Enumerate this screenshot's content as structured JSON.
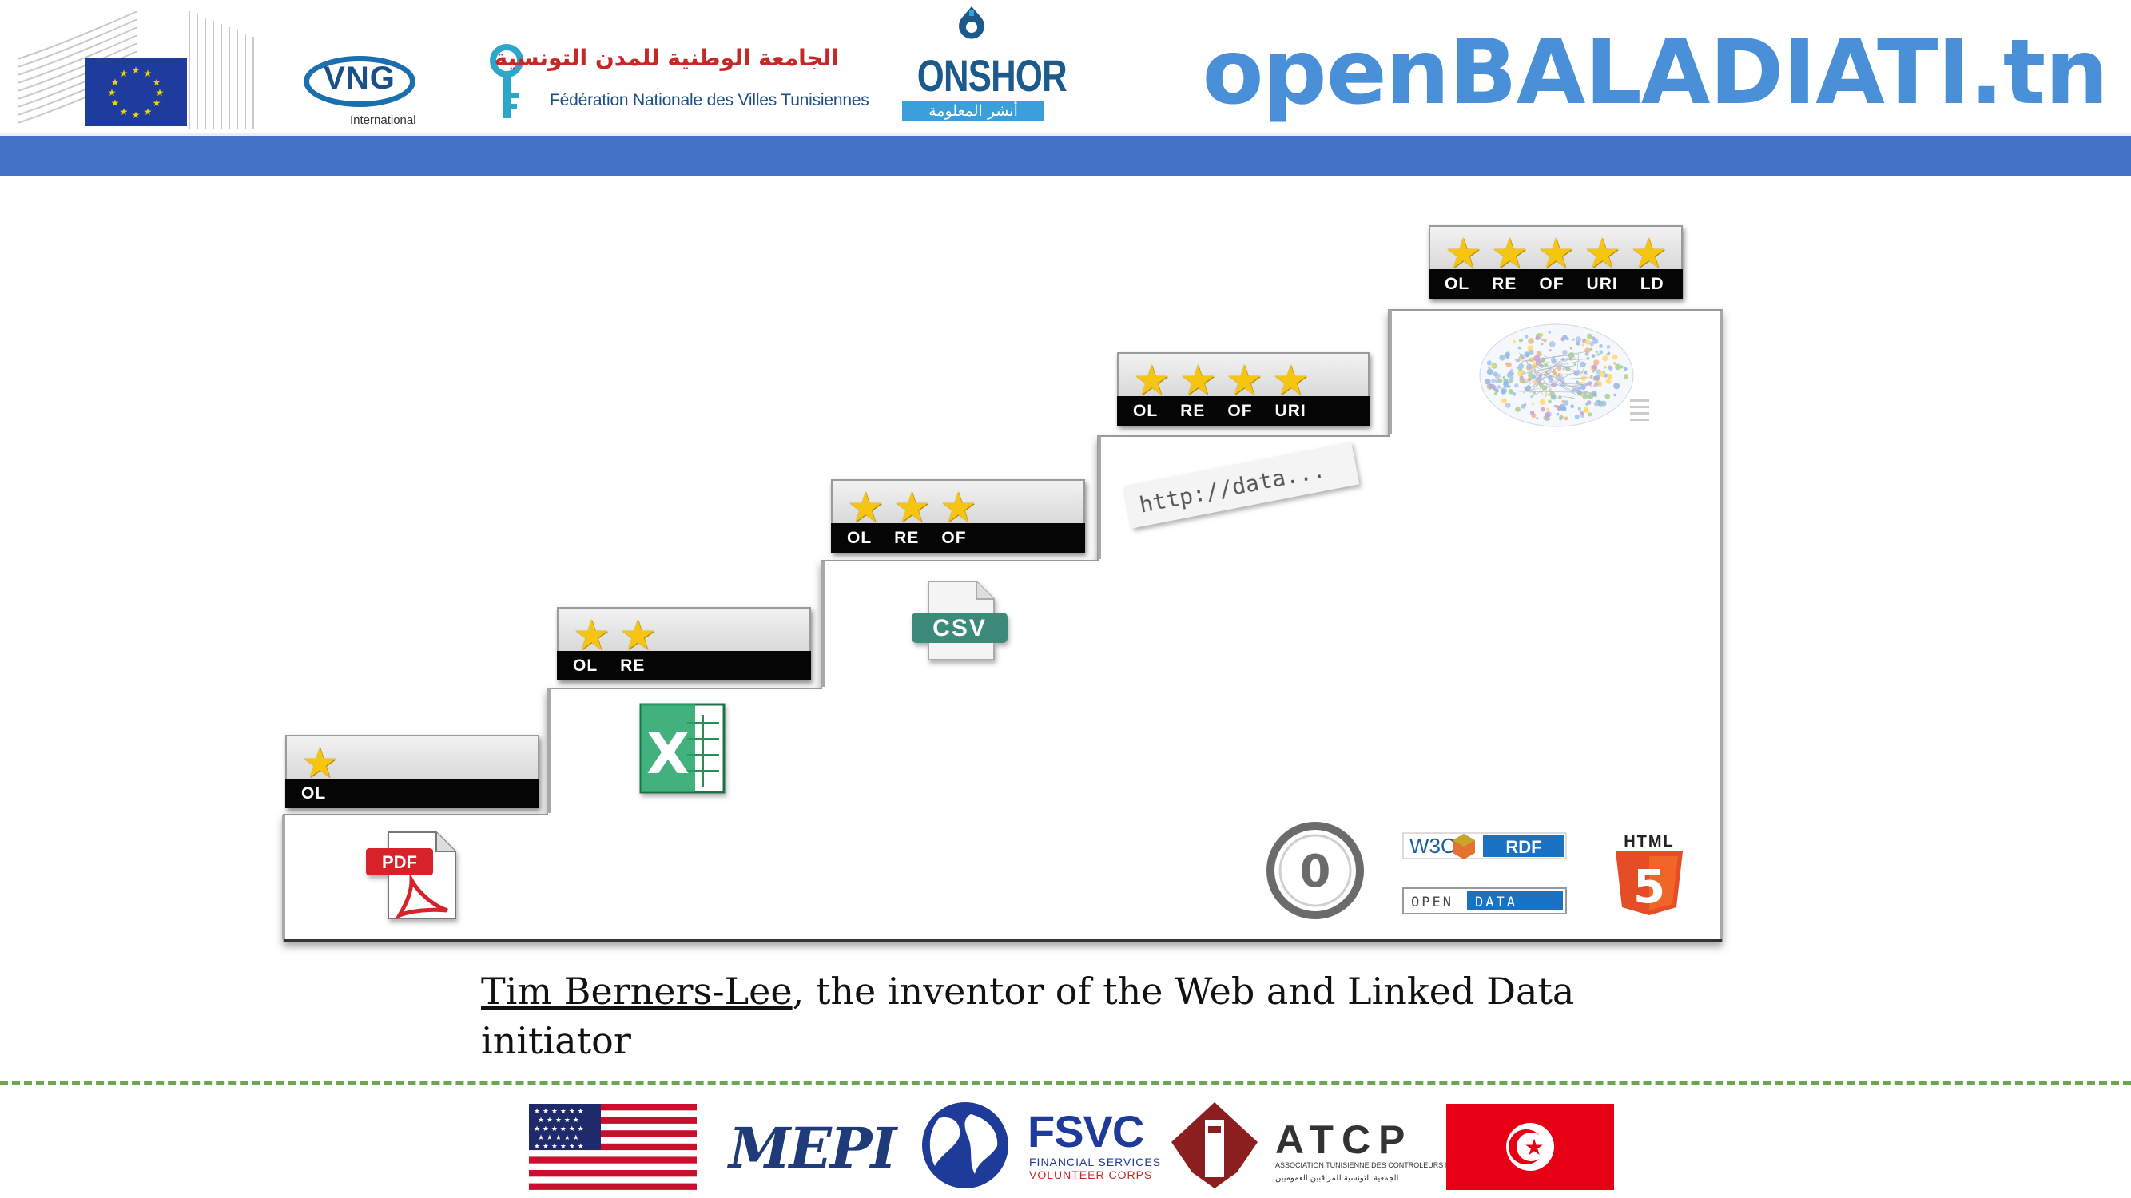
{
  "header": {
    "site_title": "openBALADIATI.tn",
    "vng": {
      "name": "VNG",
      "sub": "International"
    },
    "fnvt": {
      "name_ar": "الجامعة الوطنية للمدن التونسية",
      "name_fr": "Fédération Nationale des Villes Tunisiennes"
    },
    "onshor": {
      "name": "ONSHOR",
      "sub_ar": "أنشر المعلومة"
    }
  },
  "diagram": {
    "levels": [
      {
        "stars": 1,
        "labels": [
          "OL"
        ],
        "content": "PDF"
      },
      {
        "stars": 2,
        "labels": [
          "OL",
          "RE"
        ],
        "content": "X"
      },
      {
        "stars": 3,
        "labels": [
          "OL",
          "RE",
          "OF"
        ],
        "content": "CSV"
      },
      {
        "stars": 4,
        "labels": [
          "OL",
          "RE",
          "OF",
          "URI"
        ],
        "content": "http://data..."
      },
      {
        "stars": 5,
        "labels": [
          "OL",
          "RE",
          "OF",
          "URI",
          "LD"
        ],
        "content": ""
      }
    ],
    "bottom_icons": {
      "cc_zero": "0",
      "w3c_rdf": [
        "W3C",
        "RDF"
      ],
      "open_data": [
        "OPEN",
        "DATA"
      ],
      "html5": [
        "HTML",
        "5"
      ]
    }
  },
  "caption": {
    "name": "Tim Berners-Lee",
    "rest": ", the inventor of the Web and Linked Data initiator"
  },
  "footer": {
    "mepi": "MEPI",
    "fsvc": {
      "name": "FSVC",
      "line1": "FINANCIAL SERVICES",
      "line2": "VOLUNTEER CORPS"
    },
    "atcp": {
      "name": "ATCP",
      "sub": "ASSOCIATION TUNISIENNE DES CONTROLEURS PUBLICS",
      "sub_ar": "الجمعية التونسية للمراقبين العموميين"
    }
  },
  "colors": {
    "band": "#4472c4",
    "title": "#4a90d9",
    "star": "#f6c511",
    "footer_dash": "#6aa84f"
  }
}
